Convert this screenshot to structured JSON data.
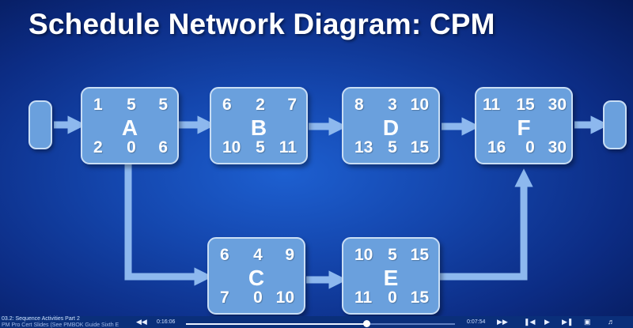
{
  "slide": {
    "title": "Schedule Network Diagram: CPM",
    "nodes": {
      "A": {
        "name": "A",
        "es": "1",
        "dur": "5",
        "ef": "5",
        "ls": "2",
        "float": "0",
        "lf": "6"
      },
      "B": {
        "name": "B",
        "es": "6",
        "dur": "2",
        "ef": "7",
        "ls": "10",
        "float": "5",
        "lf": "11"
      },
      "D": {
        "name": "D",
        "es": "8",
        "dur": "3",
        "ef": "10",
        "ls": "13",
        "float": "5",
        "lf": "15"
      },
      "F": {
        "name": "F",
        "es": "11",
        "dur": "15",
        "ef": "30",
        "ls": "16",
        "float": "0",
        "lf": "30"
      },
      "C": {
        "name": "C",
        "es": "6",
        "dur": "4",
        "ef": "9",
        "ls": "7",
        "float": "0",
        "lf": "10"
      },
      "E": {
        "name": "E",
        "es": "10",
        "dur": "5",
        "ef": "15",
        "ls": "11",
        "float": "0",
        "lf": "15"
      }
    }
  },
  "player": {
    "caption_line1": "03.2: Sequence Activities Part 2",
    "caption_line2": "PM Pro Cert Slides (See PMBOK Guide Sixth E",
    "elapsed": "0:16:06",
    "remaining": "0:07:54",
    "progress": 0.67,
    "icons": [
      "rewind-icon",
      "fast-forward-icon",
      "play-icon",
      "next-icon",
      "captions-icon",
      "popout-icon",
      "volume-icon"
    ]
  }
}
